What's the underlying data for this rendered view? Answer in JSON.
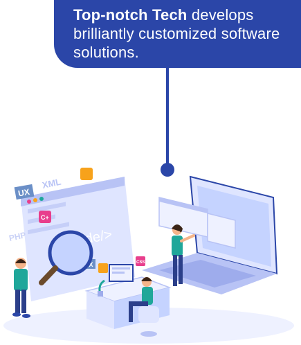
{
  "callout": {
    "brand": "Top-notch Tech",
    "text": " develops brilliantly customized software solutions."
  },
  "illustration": {
    "labels": {
      "ux_top": "UX",
      "xml": "XML",
      "css": "CSS",
      "php": "PHP",
      "cpp": "C+",
      "code": "<code/>",
      "ux_bottom": "UX",
      "css_badge": "CSS"
    }
  },
  "colors": {
    "brand_blue": "#2b46a8",
    "panel": "#dfe5ff",
    "panel_dark": "#b8c3f5",
    "accent_orange": "#f7a21b",
    "accent_pink": "#e83e8c",
    "teal": "#1fa79a"
  }
}
